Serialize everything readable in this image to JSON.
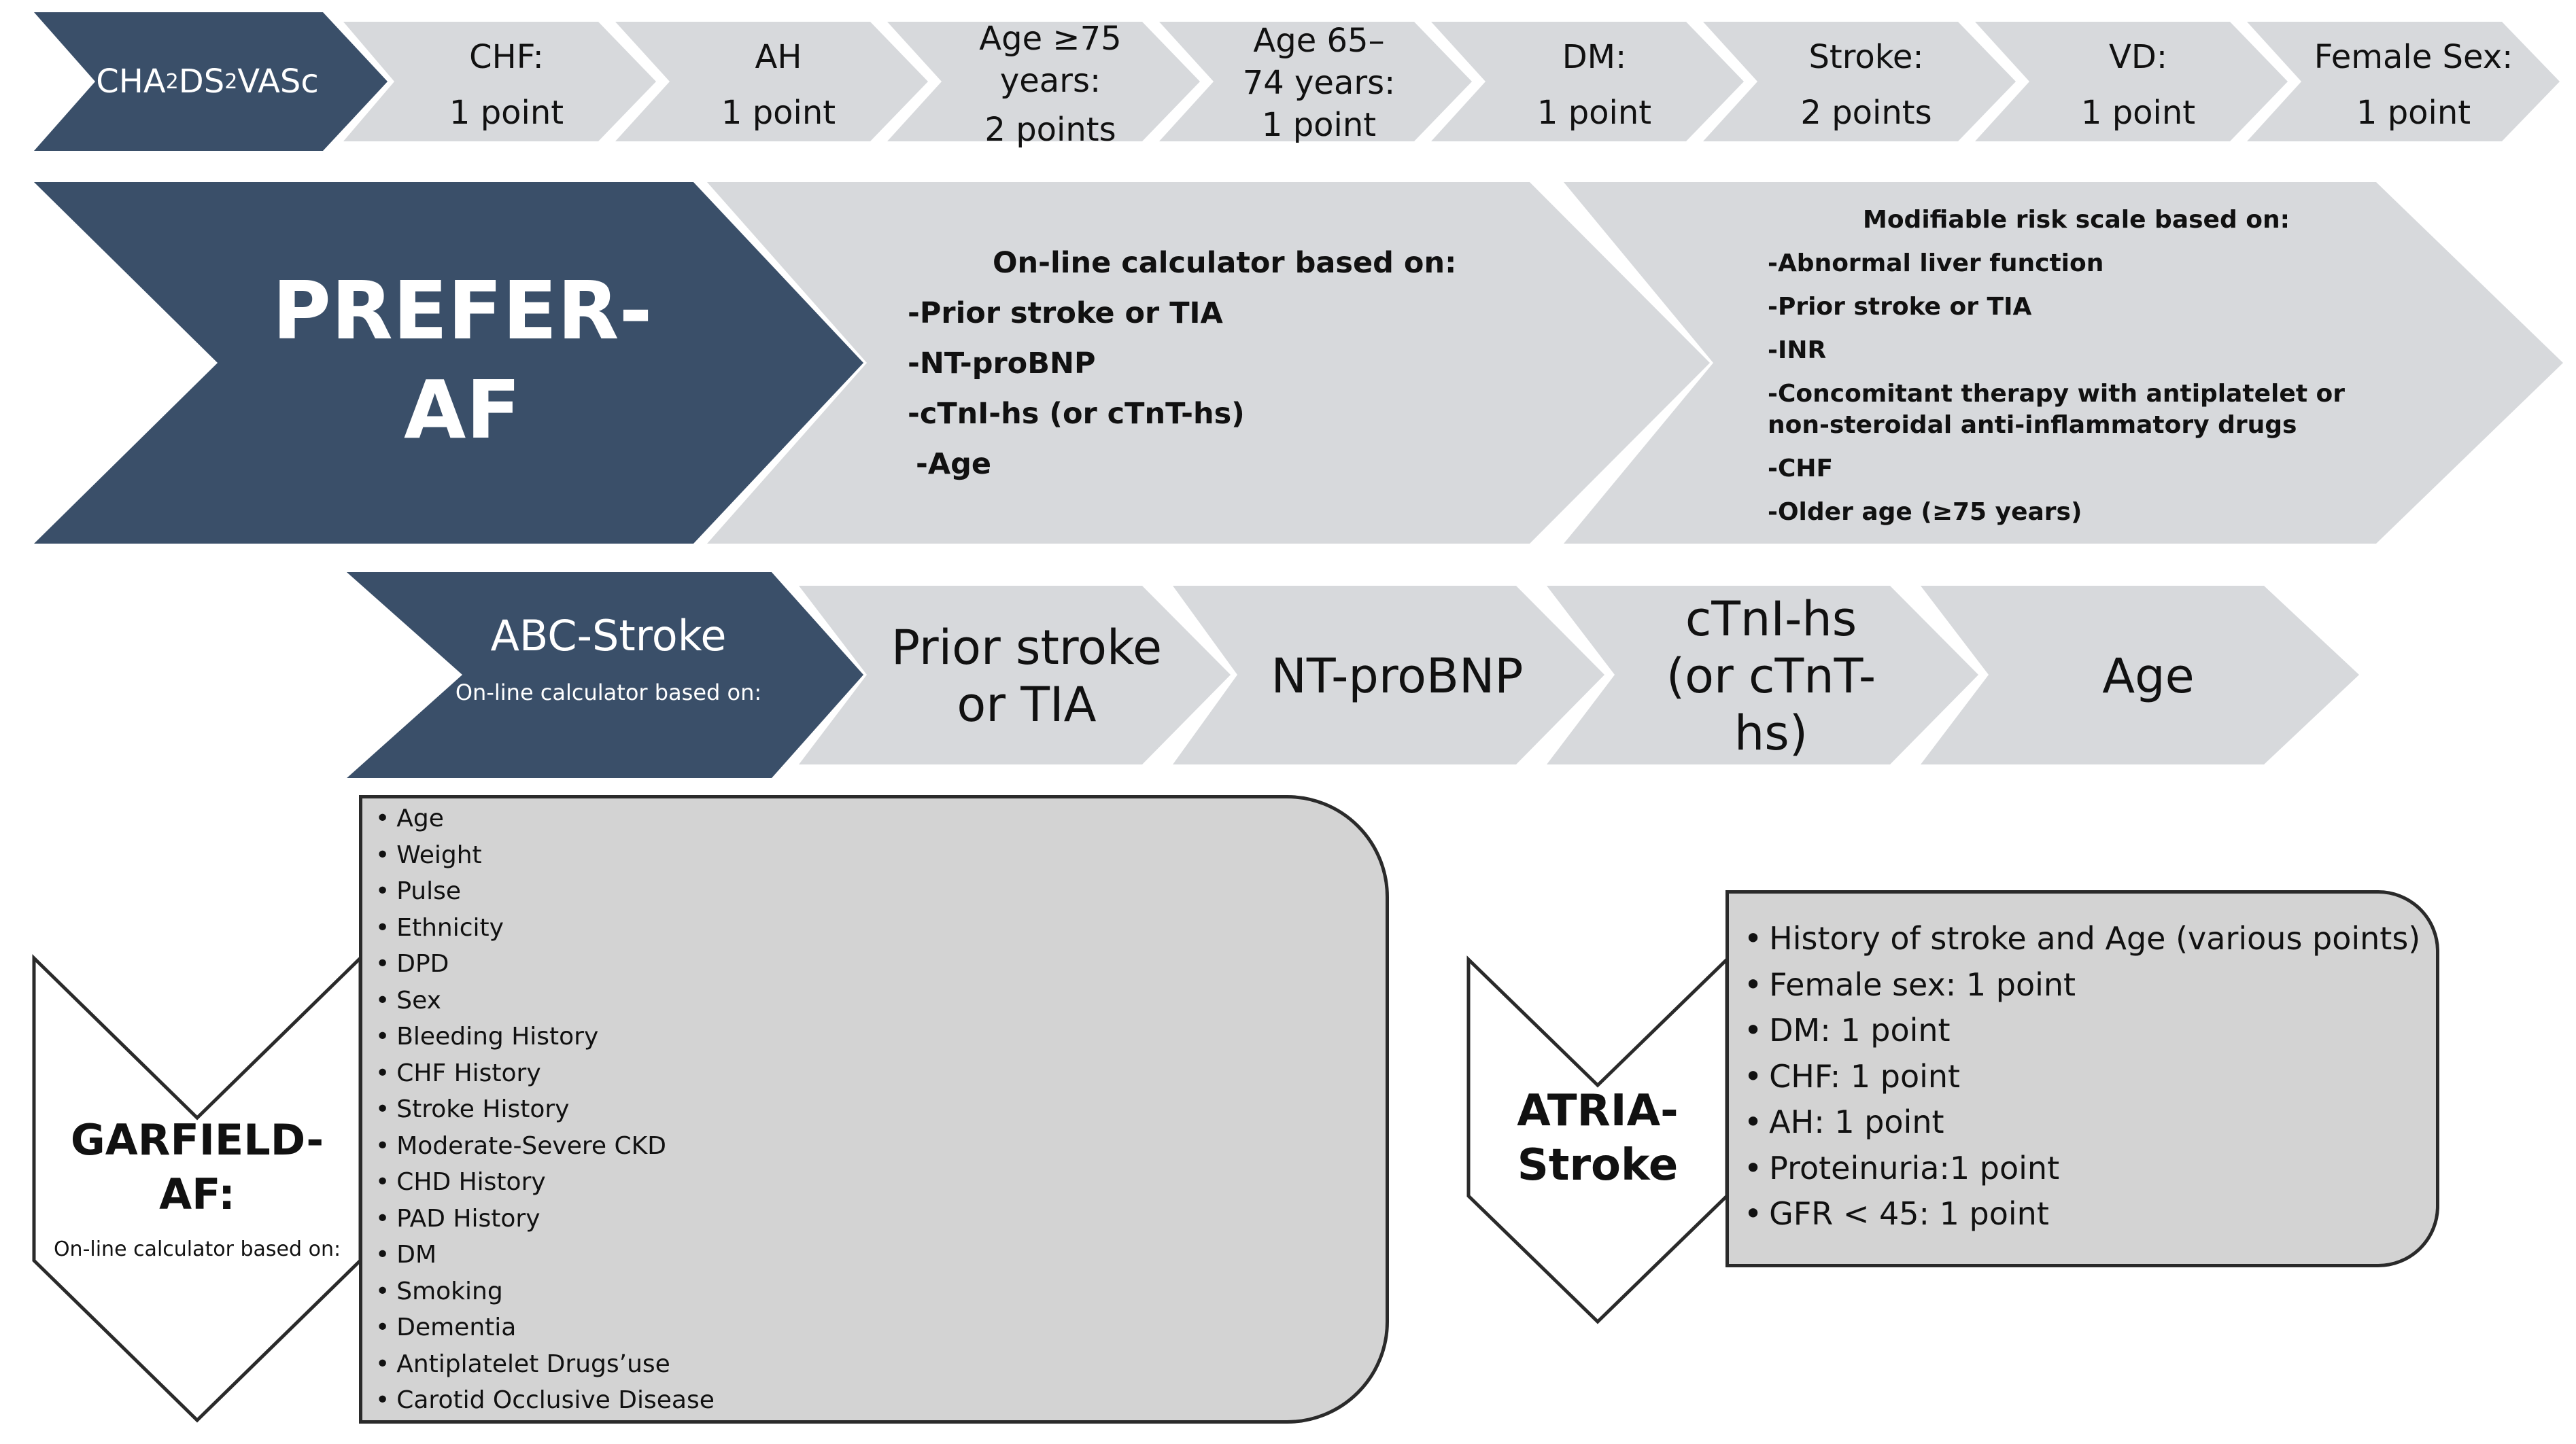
{
  "cha2ds2vasc": {
    "label": {
      "base1": "CHA",
      "sub1": "2",
      "base2": "DS",
      "sub2": "2",
      "base3": "VASc"
    },
    "items": [
      {
        "name": "CHF:",
        "points": "1 point"
      },
      {
        "name": "AH",
        "points": "1 point"
      },
      {
        "name": "Age ≥75 years:",
        "points": "2 points"
      },
      {
        "name": "Age 65–74 years: 1 point",
        "points": ""
      },
      {
        "name": "DM:",
        "points": "1 point"
      },
      {
        "name": "Stroke:",
        "points": "2 points"
      },
      {
        "name": "VD:",
        "points": "1 point"
      },
      {
        "name": "Female Sex:",
        "points": "1 point"
      }
    ]
  },
  "prefer_af": {
    "title_line1": "PREFER-",
    "title_line2": "AF",
    "calculator": {
      "heading": "On-line calculator based on:",
      "items": [
        "-Prior stroke or TIA",
        "-NT-proBNP",
        "-cTnI-hs (or cTnT-hs)",
        "-Age"
      ]
    },
    "modifiable": {
      "heading": "Modifiable risk scale based on:",
      "items": [
        "-Abnormal liver function",
        "-Prior stroke or TIA",
        "-INR",
        "-Concomitant therapy with antiplatelet or",
        "non-steroidal anti-inflammatory drugs",
        "-CHF",
        "-Older age (≥75 years)"
      ]
    }
  },
  "abc_stroke": {
    "title": "ABC-Stroke",
    "subtitle": "On-line calculator based on:",
    "factors": [
      "Prior stroke or TIA",
      "NT-proBNP",
      "cTnI-hs (or cTnT-hs)",
      "Age"
    ]
  },
  "garfield_af": {
    "title": "GARFIELD-AF:",
    "subtitle": "On-line calculator based on:",
    "items": [
      "Age",
      "Weight",
      "Pulse",
      "Ethnicity",
      "DPD",
      "Sex",
      "Bleeding History",
      "CHF History",
      "Stroke History",
      "Moderate-Severe CKD",
      "CHD History",
      "PAD History",
      "DM",
      "Smoking",
      "Dementia",
      "Antiplatelet Drugs’use",
      "Carotid Occlusive Disease"
    ]
  },
  "atria_stroke": {
    "title_line1": "ATRIA-",
    "title_line2": "Stroke",
    "items": [
      "History of stroke and Age (various points)",
      "Female sex: 1 point",
      "DM: 1 point",
      "CHF: 1 point",
      "AH: 1 point",
      "Proteinuria:1 point",
      "GFR < 45: 1 point"
    ]
  },
  "colors": {
    "dark_navy": "#3a4f69",
    "light_gray": "#d7d9dc",
    "box_gray": "#d3d3d3",
    "outline": "#2a2a2a"
  }
}
